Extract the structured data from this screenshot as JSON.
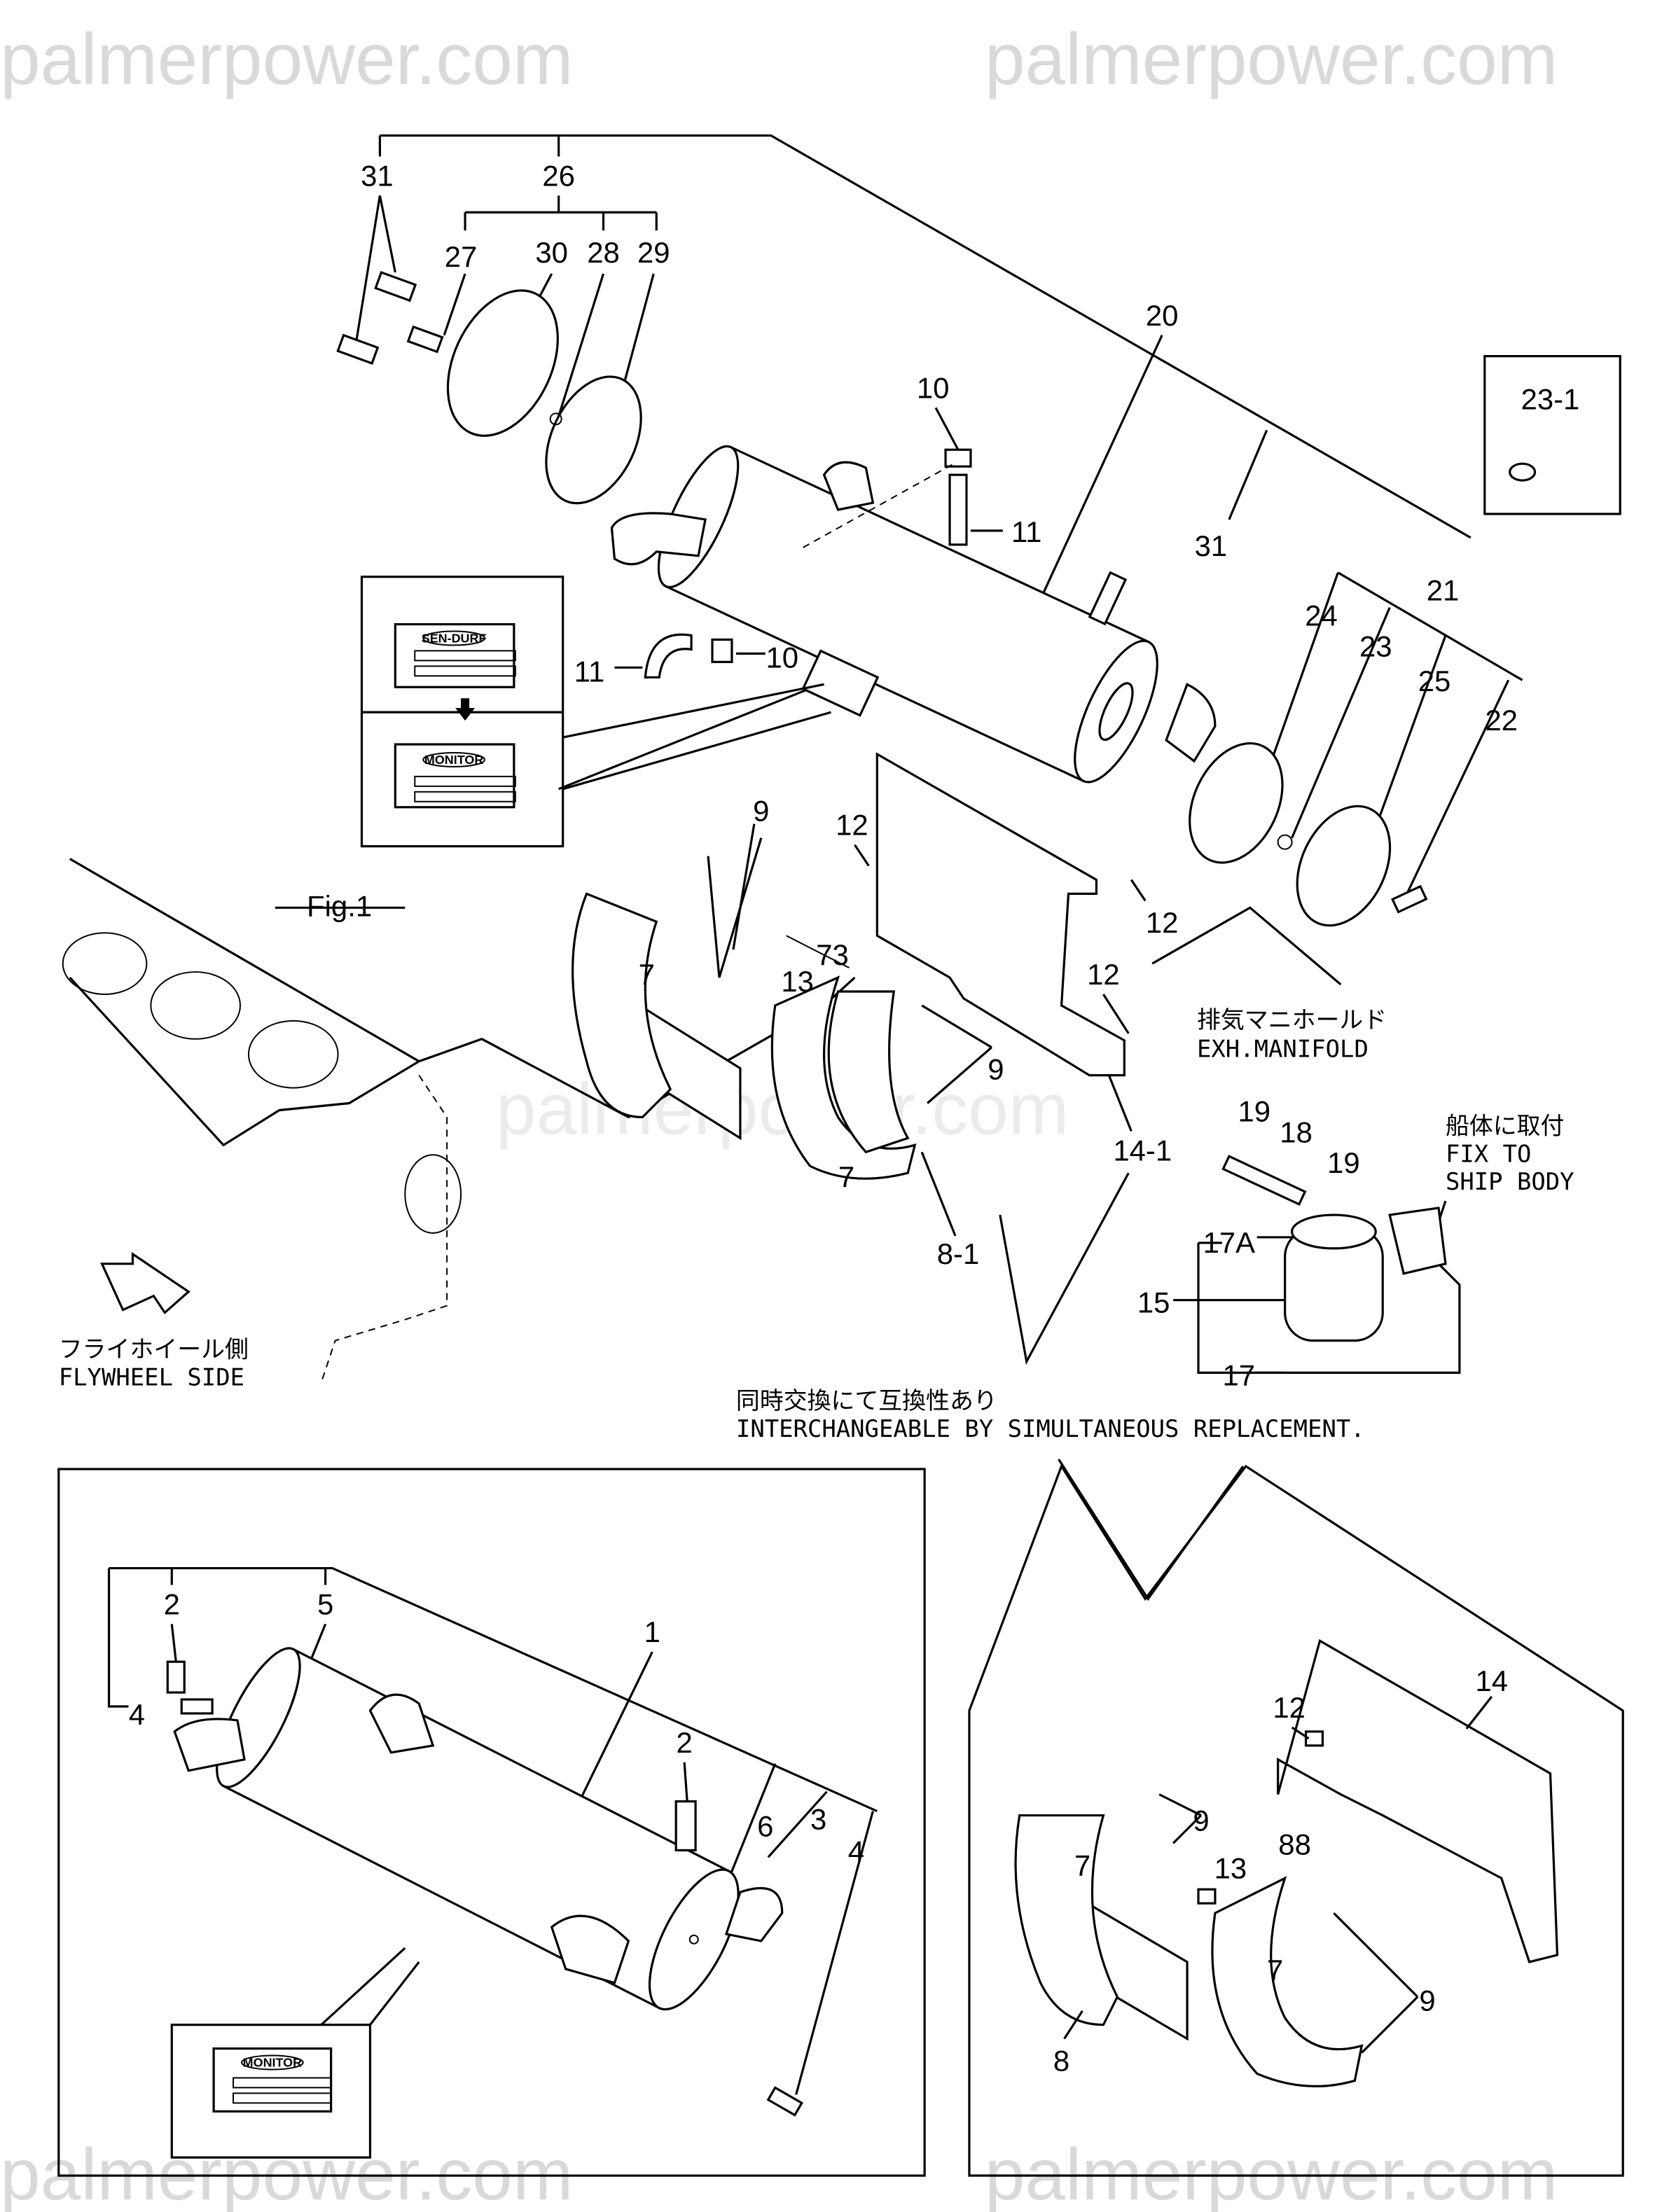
{
  "watermark": "palmerpower.com",
  "callouts": [
    "31",
    "26",
    "27",
    "30",
    "28",
    "29",
    "20",
    "10",
    "11",
    "31",
    "23-1",
    "24",
    "23",
    "21",
    "25",
    "22",
    "11",
    "10",
    "9",
    "12",
    "12",
    "12",
    "7",
    "13",
    "73",
    "9",
    "7",
    "14-1",
    "8-1",
    "19",
    "18",
    "19",
    "17A",
    "15",
    "17",
    "Fig.1",
    "2",
    "5",
    "4",
    "1",
    "2",
    "6",
    "3",
    "4",
    "14",
    "12",
    "9",
    "88",
    "7",
    "13",
    "7",
    "9",
    "8"
  ],
  "notes": {
    "exh_manifold_jp": "排気マニホールド",
    "exh_manifold_en": "EXH.MANIFOLD",
    "fix_ship_jp": "船体に取付",
    "fix_ship_en1": "FIX TO",
    "fix_ship_en2": "SHIP BODY",
    "flywheel_jp": "フライホイール側",
    "flywheel_en": "FLYWHEEL SIDE",
    "interchange_jp": "同時交換にて互換性あり",
    "interchange_en": "INTERCHANGEABLE BY SIMULTANEOUS REPLACEMENT."
  },
  "plates": {
    "old_label": "SEN-DURF",
    "new_label": "MONITOR",
    "inset_label": "MONITOR"
  }
}
